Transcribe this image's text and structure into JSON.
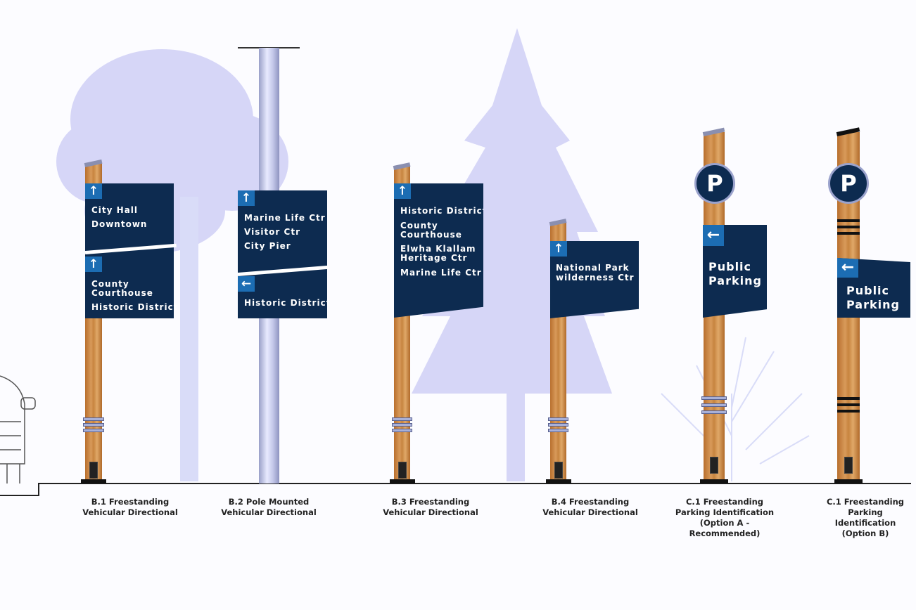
{
  "colors": {
    "sign_panel": "#0d2b50",
    "arrow_box": "#1c6db3",
    "wood": "#c98a4a",
    "tree": "#d6d6f7",
    "background": "#fcfcff"
  },
  "icons": {
    "arrow_up": "↑",
    "arrow_left": "←",
    "parking": "P"
  },
  "signs": [
    {
      "caption": [
        "B.1 Freestanding",
        "Vehicular Directional"
      ],
      "upper": [
        "City Hall",
        "Downtown"
      ],
      "lower": [
        "County",
        "Courthouse",
        "Historic District"
      ]
    },
    {
      "caption": [
        "B.2 Pole Mounted",
        "Vehicular Directional"
      ],
      "upper": [
        "Marine Life Ctr",
        "Visitor Ctr",
        "City Pier"
      ],
      "lower": [
        "Historic District"
      ]
    },
    {
      "caption": [
        "B.3 Freestanding",
        "Vehicular Directional"
      ],
      "lines": [
        "Historic District",
        "County",
        "Courthouse",
        "Elwha Klallam",
        "Heritage Ctr",
        "Marine Life Ctr"
      ]
    },
    {
      "caption": [
        "B.4 Freestanding",
        "Vehicular Directional"
      ],
      "lines": [
        "National Park",
        "wilderness Ctr"
      ]
    },
    {
      "caption": [
        "C.1 Freestanding",
        "Parking Identification",
        "(Option A - Recommended)"
      ],
      "lines": [
        "Public",
        "Parking"
      ]
    },
    {
      "caption": [
        "C.1 Freestanding",
        "Parking Identification",
        "(Option B)"
      ],
      "lines": [
        "Public",
        "Parking"
      ]
    }
  ]
}
